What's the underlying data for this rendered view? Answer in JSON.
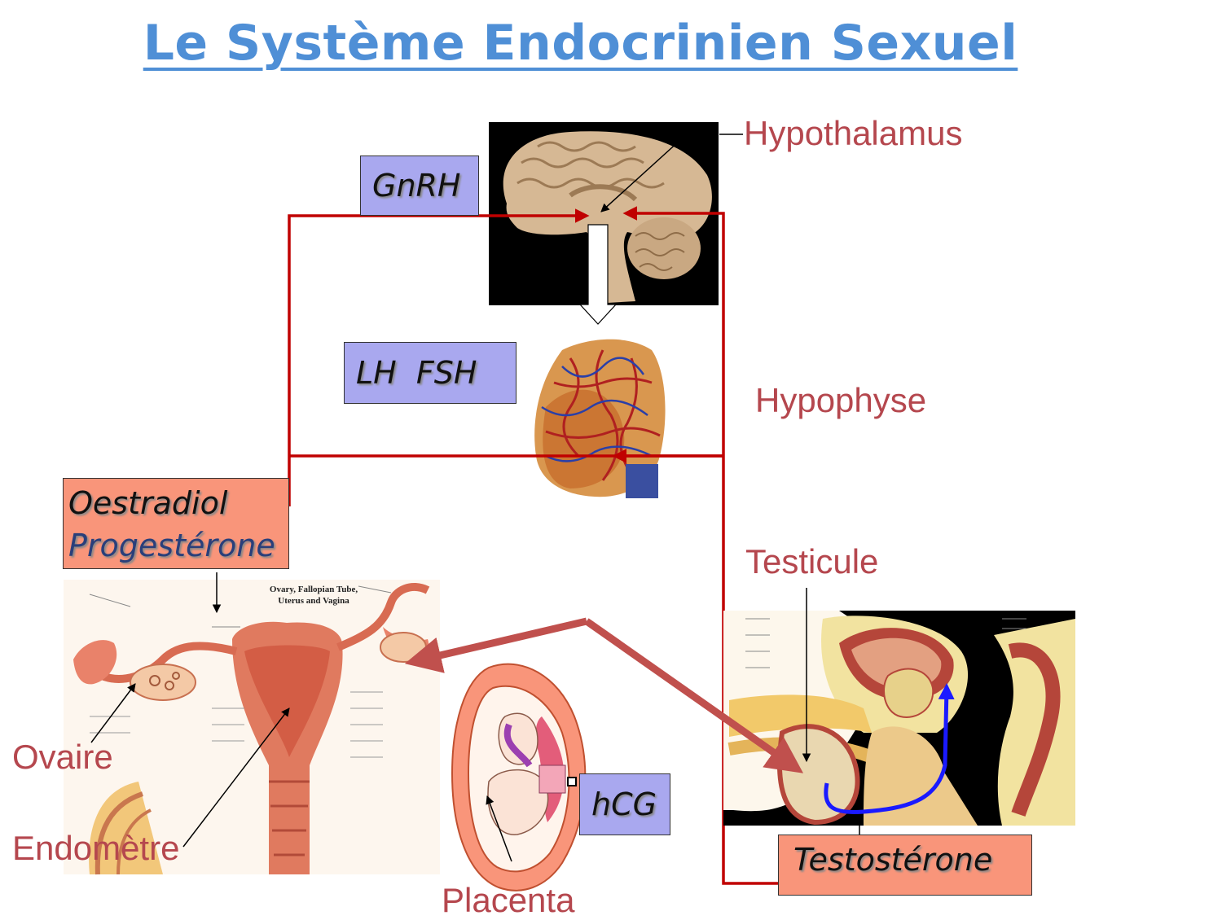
{
  "title": "Le Système Endocrinien Sexuel",
  "labels": {
    "hypothalamus": "Hypothalamus",
    "hypophyse": "Hypophyse",
    "testicule": "Testicule",
    "ovaire": "Ovaire",
    "endometre": "Endomètre",
    "placenta": "Placenta"
  },
  "hormones": {
    "gnrh": "GnRH",
    "lh_fsh": "LH  FSH",
    "oestradiol": "Oestradiol",
    "progesterone": "Progestérone",
    "hcg": "hCG",
    "testosterone": "Testostérone"
  },
  "figure_text": {
    "uterus_caption_line1": "Ovary, Fallopian Tube,",
    "uterus_caption_line2": "Uterus and Vagina"
  },
  "colors": {
    "title": "#4f8fd6",
    "label": "#b5474e",
    "feedback_line": "#c00000",
    "hormone_box": "#a9a8ef",
    "steroid_box": "#f9957a",
    "blue_arrow": "#1a1aff"
  }
}
